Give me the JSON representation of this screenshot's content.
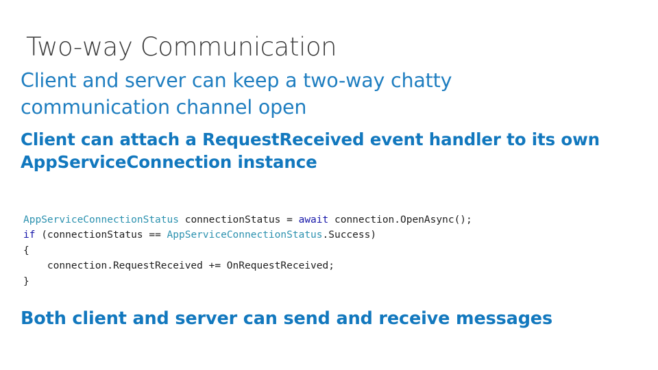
{
  "slide": {
    "title": "Two-way Communication",
    "bullets": [
      {
        "level": 1,
        "text": "Client and server can keep a two-way chatty communication channel open"
      },
      {
        "level": 2,
        "text": "Client can attach a RequestReceived event handler to its own AppServiceConnection instance"
      }
    ],
    "code": {
      "language": "csharp",
      "lines": [
        [
          {
            "text": "AppServiceConnectionStatus",
            "style": "type"
          },
          {
            "text": " connectionStatus = ",
            "style": "plain"
          },
          {
            "text": "await",
            "style": "keyword"
          },
          {
            "text": " connection.OpenAsync();",
            "style": "plain"
          }
        ],
        [
          {
            "text": "if",
            "style": "keyword"
          },
          {
            "text": " (connectionStatus == ",
            "style": "plain"
          },
          {
            "text": "AppServiceConnectionStatus",
            "style": "type"
          },
          {
            "text": ".Success)",
            "style": "plain"
          }
        ],
        [
          {
            "text": "{",
            "style": "plain"
          }
        ],
        [
          {
            "text": "    connection.RequestReceived += OnRequestReceived;",
            "style": "plain"
          }
        ],
        [
          {
            "text": "}",
            "style": "plain"
          }
        ]
      ]
    },
    "closing_bullet": "Both client and server can send and receive messages"
  },
  "colors": {
    "title": "#3b3b3b",
    "bullet_level1": "#1F7EC0",
    "bullet_level2": "#1278BE",
    "code_type": "#2B91AF",
    "code_keyword": "#1414A8",
    "code_plain": "#1d1d1d",
    "background": "#ffffff"
  }
}
